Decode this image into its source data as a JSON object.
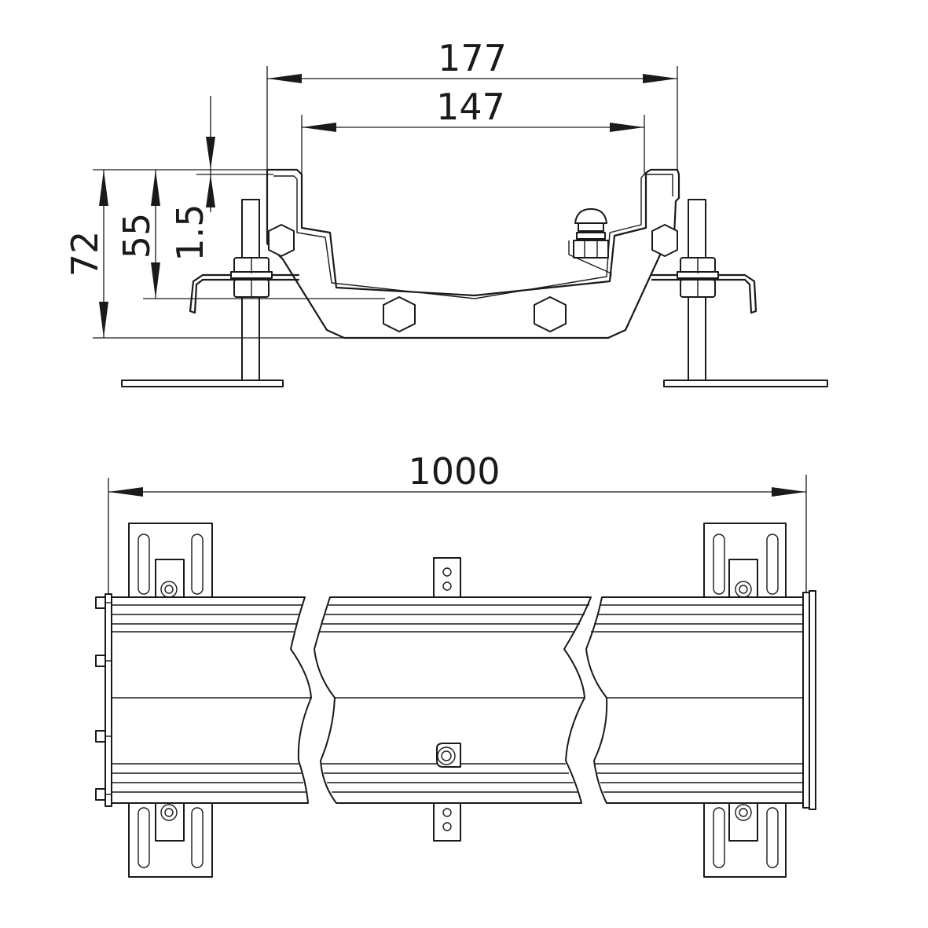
{
  "dimensions": {
    "width_outer": "177",
    "width_inner": "147",
    "height_total": "72",
    "height_inner": "55",
    "wall_thickness": "1.5",
    "length": "1000"
  }
}
